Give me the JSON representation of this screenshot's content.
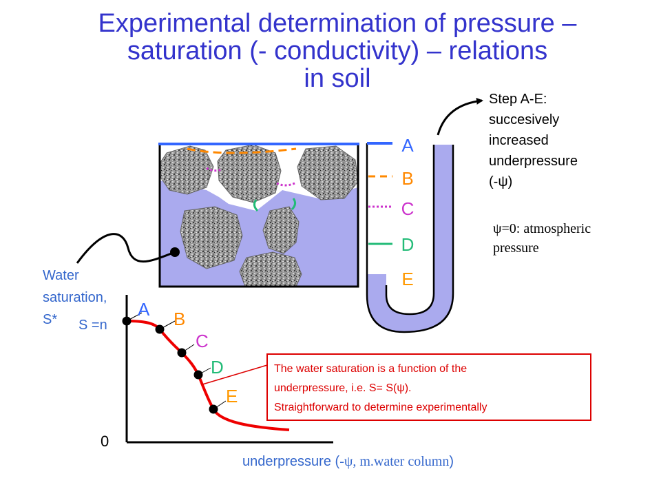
{
  "title": {
    "line1": "Experimental determination of pressure –",
    "line2": "saturation (- conductivity) – relations",
    "line3": "in soil"
  },
  "step_note": {
    "line1": "Step A-E:",
    "line2": "succesively",
    "line3": "increased",
    "line4": "underpressure",
    "line5": "(-ψ)"
  },
  "atm_note": {
    "line1": "ψ=0: atmospheric",
    "line2": "pressure"
  },
  "tube_labels": [
    "A",
    "B",
    "C",
    "D",
    "E"
  ],
  "curve_labels": [
    "A",
    "B",
    "C",
    "D",
    "E"
  ],
  "axis": {
    "ylabel_line1": "Water",
    "ylabel_line2": "saturation,",
    "ylabel_line3": "S*",
    "y_top_tick": "S =n",
    "origin": "0",
    "xlabel_prefix": "underpressure (",
    "xlabel_math": "-ψ, m.water column",
    "xlabel_suffix": ")"
  },
  "callout": {
    "line1": "The water saturation is a function of the",
    "line2": "underpressure, i.e. S= S(ψ).",
    "line3": "Straightforward to determine experimentally"
  },
  "colors": {
    "title": "#3333cc",
    "water": "#aaaaee",
    "A": "#3366ff",
    "B": "#ff8800",
    "C": "#cc33cc",
    "D": "#22bb77",
    "E": "#ff9900",
    "curve": "#ee0000",
    "callout": "#dd0000"
  }
}
